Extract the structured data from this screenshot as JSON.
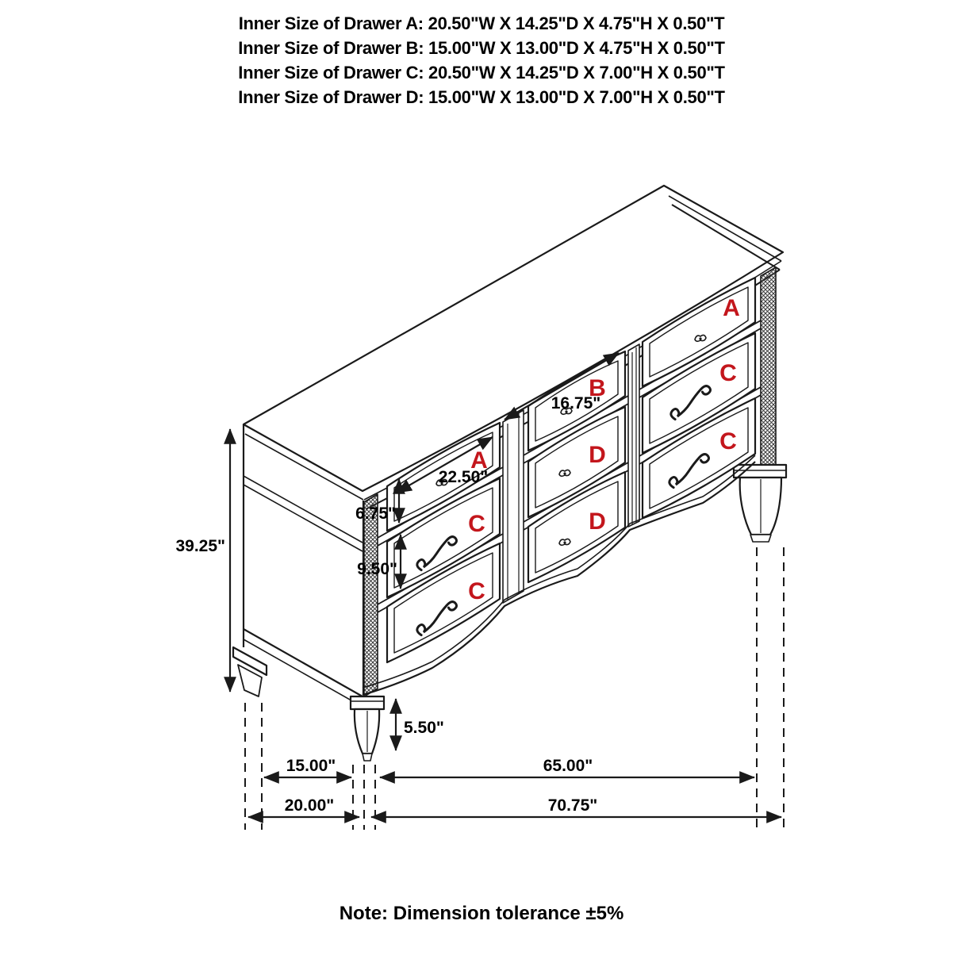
{
  "title_block": {
    "lines": [
      "Inner Size of Drawer A: 20.50\"W X 14.25\"D X 4.75\"H X 0.50\"T",
      "Inner Size of Drawer B: 15.00\"W X 13.00\"D X 4.75\"H X 0.50\"T",
      "Inner Size of Drawer C: 20.50\"W X 14.25\"D X 7.00\"H X 0.50\"T",
      "Inner Size of Drawer D: 15.00\"W X 13.00\"D X 7.00\"H X 0.50\"T"
    ]
  },
  "diagram": {
    "drawer_labels": {
      "left_top": "A",
      "left_mid": "C",
      "left_bottom": "C",
      "mid_top": "B",
      "mid_mid": "D",
      "mid_bottom": "D",
      "right_top": "A",
      "right_mid": "C",
      "right_bottom": "C"
    },
    "dimensions": {
      "overall_height": "39.25\"",
      "top_drawer_height": "6.75\"",
      "lower_drawer_height": "9.50\"",
      "left_drawer_width": "22.50\"",
      "center_drawer_width": "16.75\"",
      "leg_height": "5.50\"",
      "side_depth_inner": "15.00\"",
      "front_width_inner": "65.00\"",
      "side_depth_overall": "20.00\"",
      "front_width_overall": "70.75\""
    }
  },
  "note": "Note: Dimension tolerance ±5%",
  "colors": {
    "line_color": "#1a1a1a",
    "drawer_label_color": "#c3161c",
    "background": "#ffffff"
  }
}
